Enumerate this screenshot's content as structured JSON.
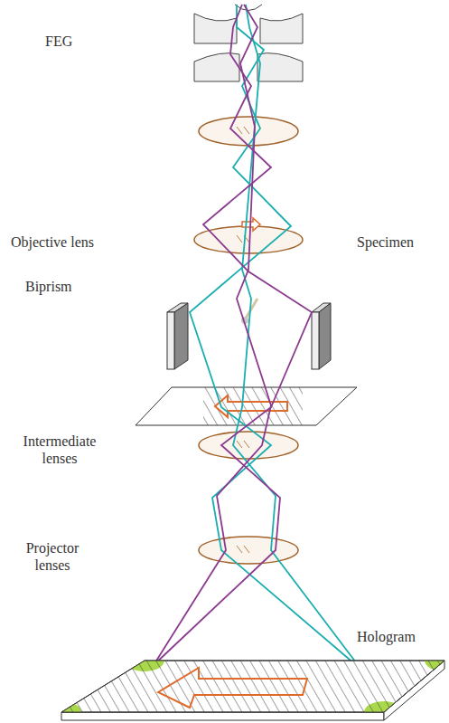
{
  "diagram": {
    "labels": [
      "FEG",
      "Objective lens",
      "Specimen",
      "Biprism",
      "Intermediate lenses",
      "Projector lenses",
      "Hologram"
    ]
  }
}
